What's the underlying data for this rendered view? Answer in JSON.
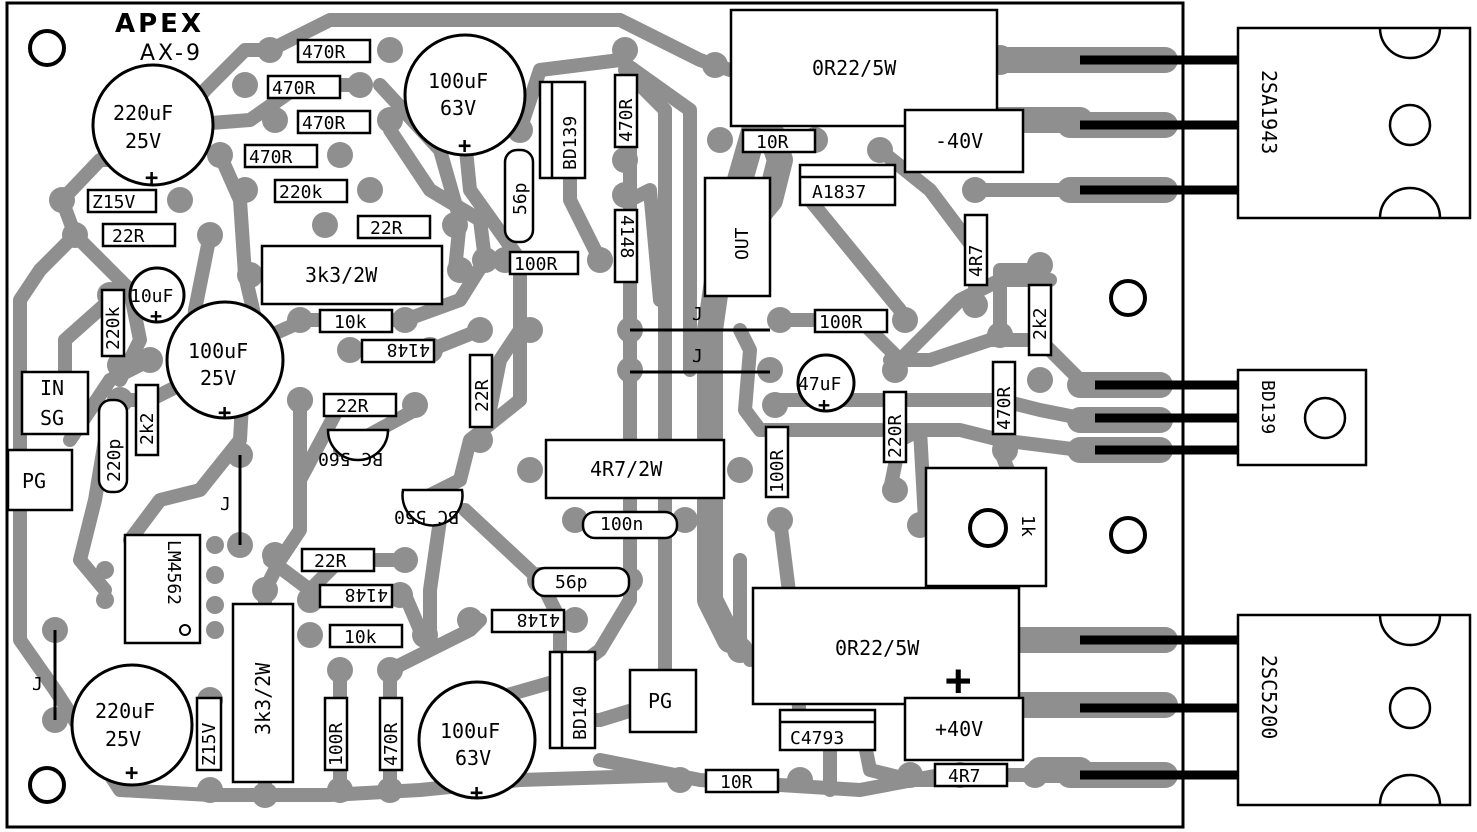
{
  "board": {
    "brand": "APEX",
    "model": "AX-9"
  },
  "resistors": {
    "r470_1": "470R",
    "r470_2": "470R",
    "r470_3": "470R",
    "r470_4": "470R",
    "r470_5": "470R",
    "r470_6": "470R",
    "r220k_1": "220k",
    "r220k_2": "220k",
    "r22_1": "22R",
    "r22_2": "22R",
    "r22_3": "22R",
    "r22_4": "22R",
    "r22_5": "22R",
    "r3k3_h": "3k3/2W",
    "r3k3_v": "3k3/2W",
    "r10k_1": "10k",
    "r10k_2": "10k",
    "r100_1": "100R",
    "r100_2": "100R",
    "r100_3": "100R",
    "r100_4": "100R",
    "r2k2_1": "2k2",
    "r2k2_2": "2k2",
    "r4r7_1": "4R7",
    "r4r7_2": "4R7",
    "r4r7_2w": "4R7/2W",
    "r10_1": "10R",
    "r10_2": "10R",
    "r220": "220R",
    "r0r22_1": "0R22/5W",
    "r0r22_2": "0R22/5W",
    "pot": "1k"
  },
  "capacitors": {
    "c220uf_1": "220uF",
    "c25v_1": "25V",
    "c220uf_2": "220uF",
    "c25v_2": "25V",
    "c100uf_1": "100uF",
    "c63v_1": "63V",
    "c100uf_2": "100uF",
    "c63v_2": "63V",
    "c100uf_3": "100uF",
    "c25v_3": "25V",
    "c10uf": "10uF",
    "c47uf": "47uF",
    "c56p_1": "56p",
    "c56p_2": "56p",
    "c220p": "220p",
    "c100n": "100n"
  },
  "semis": {
    "z15v_1": "Z15V",
    "z15v_2": "Z15V",
    "d4148_1": "4148",
    "d4148_2": "4148",
    "d4148_3": "4148",
    "d4148_4": "4148",
    "bc560_1": "BC 560",
    "bc560_2": "BC 550",
    "bd139": "BD139",
    "bd140": "BD140",
    "a1837": "A1837",
    "c4793": "C4793",
    "opamp": "LM4562",
    "q_top": "2SA1943",
    "q_mid": "BD139",
    "q_bot": "2SC5200"
  },
  "connectors": {
    "in": "IN",
    "sg": "SG",
    "pg_1": "PG",
    "pg_2": "PG",
    "out": "OUT",
    "neg40": "-40V",
    "pos40": "+40V"
  },
  "jumpers": {
    "j": "J"
  }
}
